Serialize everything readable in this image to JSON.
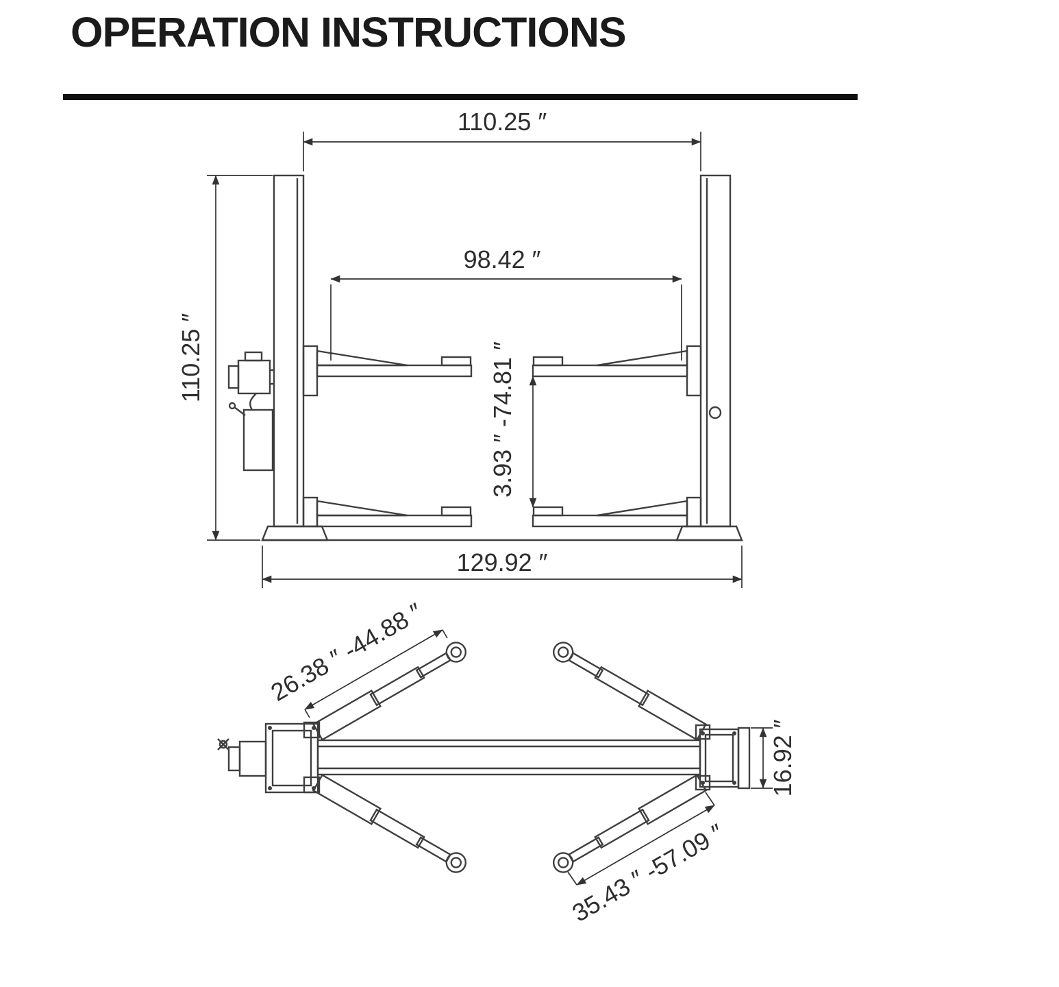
{
  "page": {
    "title": "OPERATION INSTRUCTIONS"
  },
  "colors": {
    "ink": "#2e2e2e",
    "line": "#3f3f3f",
    "rule": "#101010"
  },
  "front_view": {
    "dims": {
      "inner_width": "110.25 ″",
      "arm_span": "98.42 ″",
      "column_height": "110.25 ″",
      "pad_height_range": "3.93 ″ -74.81 ″",
      "overall_width": "129.92 ″"
    }
  },
  "top_view": {
    "dims": {
      "front_arm_reach": "26.38 ″ -44.88 ″",
      "carriage_width": "16.92 ″",
      "rear_arm_reach": "35.43 ″ -57.09 ″"
    }
  }
}
